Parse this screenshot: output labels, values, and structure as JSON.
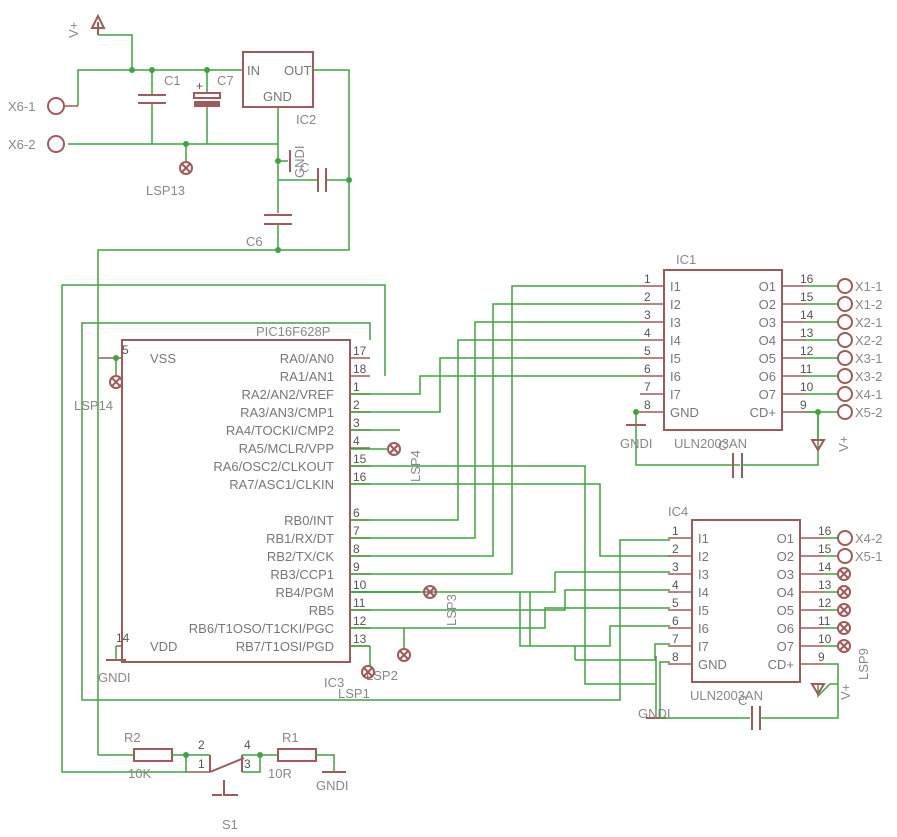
{
  "power": {
    "vplus": "V+",
    "gnd": "GNDI"
  },
  "connectors": {
    "x6_1": "X6-1",
    "x6_2": "X6-2",
    "x1_1": "X1-1",
    "x1_2": "X1-2",
    "x2_1": "X2-1",
    "x2_2": "X2-2",
    "x3_1": "X3-1",
    "x3_2": "X3-2",
    "x4_1": "X4-1",
    "x5_2": "X5-2",
    "x4_2": "X4-2",
    "x5_1": "X5-1"
  },
  "parts": {
    "c1": "C1",
    "c7": "C7",
    "c6": "C6",
    "c2": "C",
    "c3": "C",
    "ic2": "IC2",
    "ic1": "IC1",
    "ic4": "IC4",
    "ic3": "IC3",
    "r1": "R1",
    "r1_val": "10R",
    "r2": "R2",
    "r2_val": "10K",
    "s1": "S1"
  },
  "testpoints": {
    "lsp13": "LSP13",
    "lsp14": "LSP14",
    "lsp4": "LSP4",
    "lsp3": "LSP3",
    "lsp2": "LSP2",
    "lsp1": "LSP1",
    "lsp_ic4": "LSP9"
  },
  "reg": {
    "in": "IN",
    "out": "OUT",
    "gnd": "GND"
  },
  "pic": {
    "title": "PIC16F628P",
    "vss": "VSS",
    "vss_pin": "5",
    "vdd": "VDD",
    "vdd_pin": "14",
    "pins": [
      {
        "name": "RA0/AN0",
        "num": "17"
      },
      {
        "name": "RA1/AN1",
        "num": "18"
      },
      {
        "name": "RA2/AN2/VREF",
        "num": "1"
      },
      {
        "name": "RA3/AN3/CMP1",
        "num": "2"
      },
      {
        "name": "RA4/TOCKI/CMP2",
        "num": "3"
      },
      {
        "name": "RA5/MCLR/VPP",
        "num": "4"
      },
      {
        "name": "RA6/OSC2/CLKOUT",
        "num": "15"
      },
      {
        "name": "RA7/ASC1/CLKIN",
        "num": "16"
      },
      {
        "name": "RB0/INT",
        "num": "6"
      },
      {
        "name": "RB1/RX/DT",
        "num": "7"
      },
      {
        "name": "RB2/TX/CK",
        "num": "8"
      },
      {
        "name": "RB3/CCP1",
        "num": "9"
      },
      {
        "name": "RB4/PGM",
        "num": "10"
      },
      {
        "name": "RB5",
        "num": "11"
      },
      {
        "name": "RB6/T1OSO/T1CKI/PGC",
        "num": "12"
      },
      {
        "name": "RB7/T1OSI/PGD",
        "num": "13"
      }
    ]
  },
  "uln": {
    "part": "ULN2003AN",
    "inputs": [
      {
        "name": "I1",
        "num": "1"
      },
      {
        "name": "I2",
        "num": "2"
      },
      {
        "name": "I3",
        "num": "3"
      },
      {
        "name": "I4",
        "num": "4"
      },
      {
        "name": "I5",
        "num": "5"
      },
      {
        "name": "I6",
        "num": "6"
      },
      {
        "name": "I7",
        "num": "7"
      },
      {
        "name": "GND",
        "num": "8"
      }
    ],
    "outputs": [
      {
        "name": "O1",
        "num": "16"
      },
      {
        "name": "O2",
        "num": "15"
      },
      {
        "name": "O3",
        "num": "14"
      },
      {
        "name": "O4",
        "num": "13"
      },
      {
        "name": "O5",
        "num": "12"
      },
      {
        "name": "O6",
        "num": "11"
      },
      {
        "name": "O7",
        "num": "10"
      },
      {
        "name": "CD+",
        "num": "9"
      }
    ]
  },
  "switch": {
    "p1": "1",
    "p2": "2",
    "p3": "3",
    "p4": "4"
  }
}
